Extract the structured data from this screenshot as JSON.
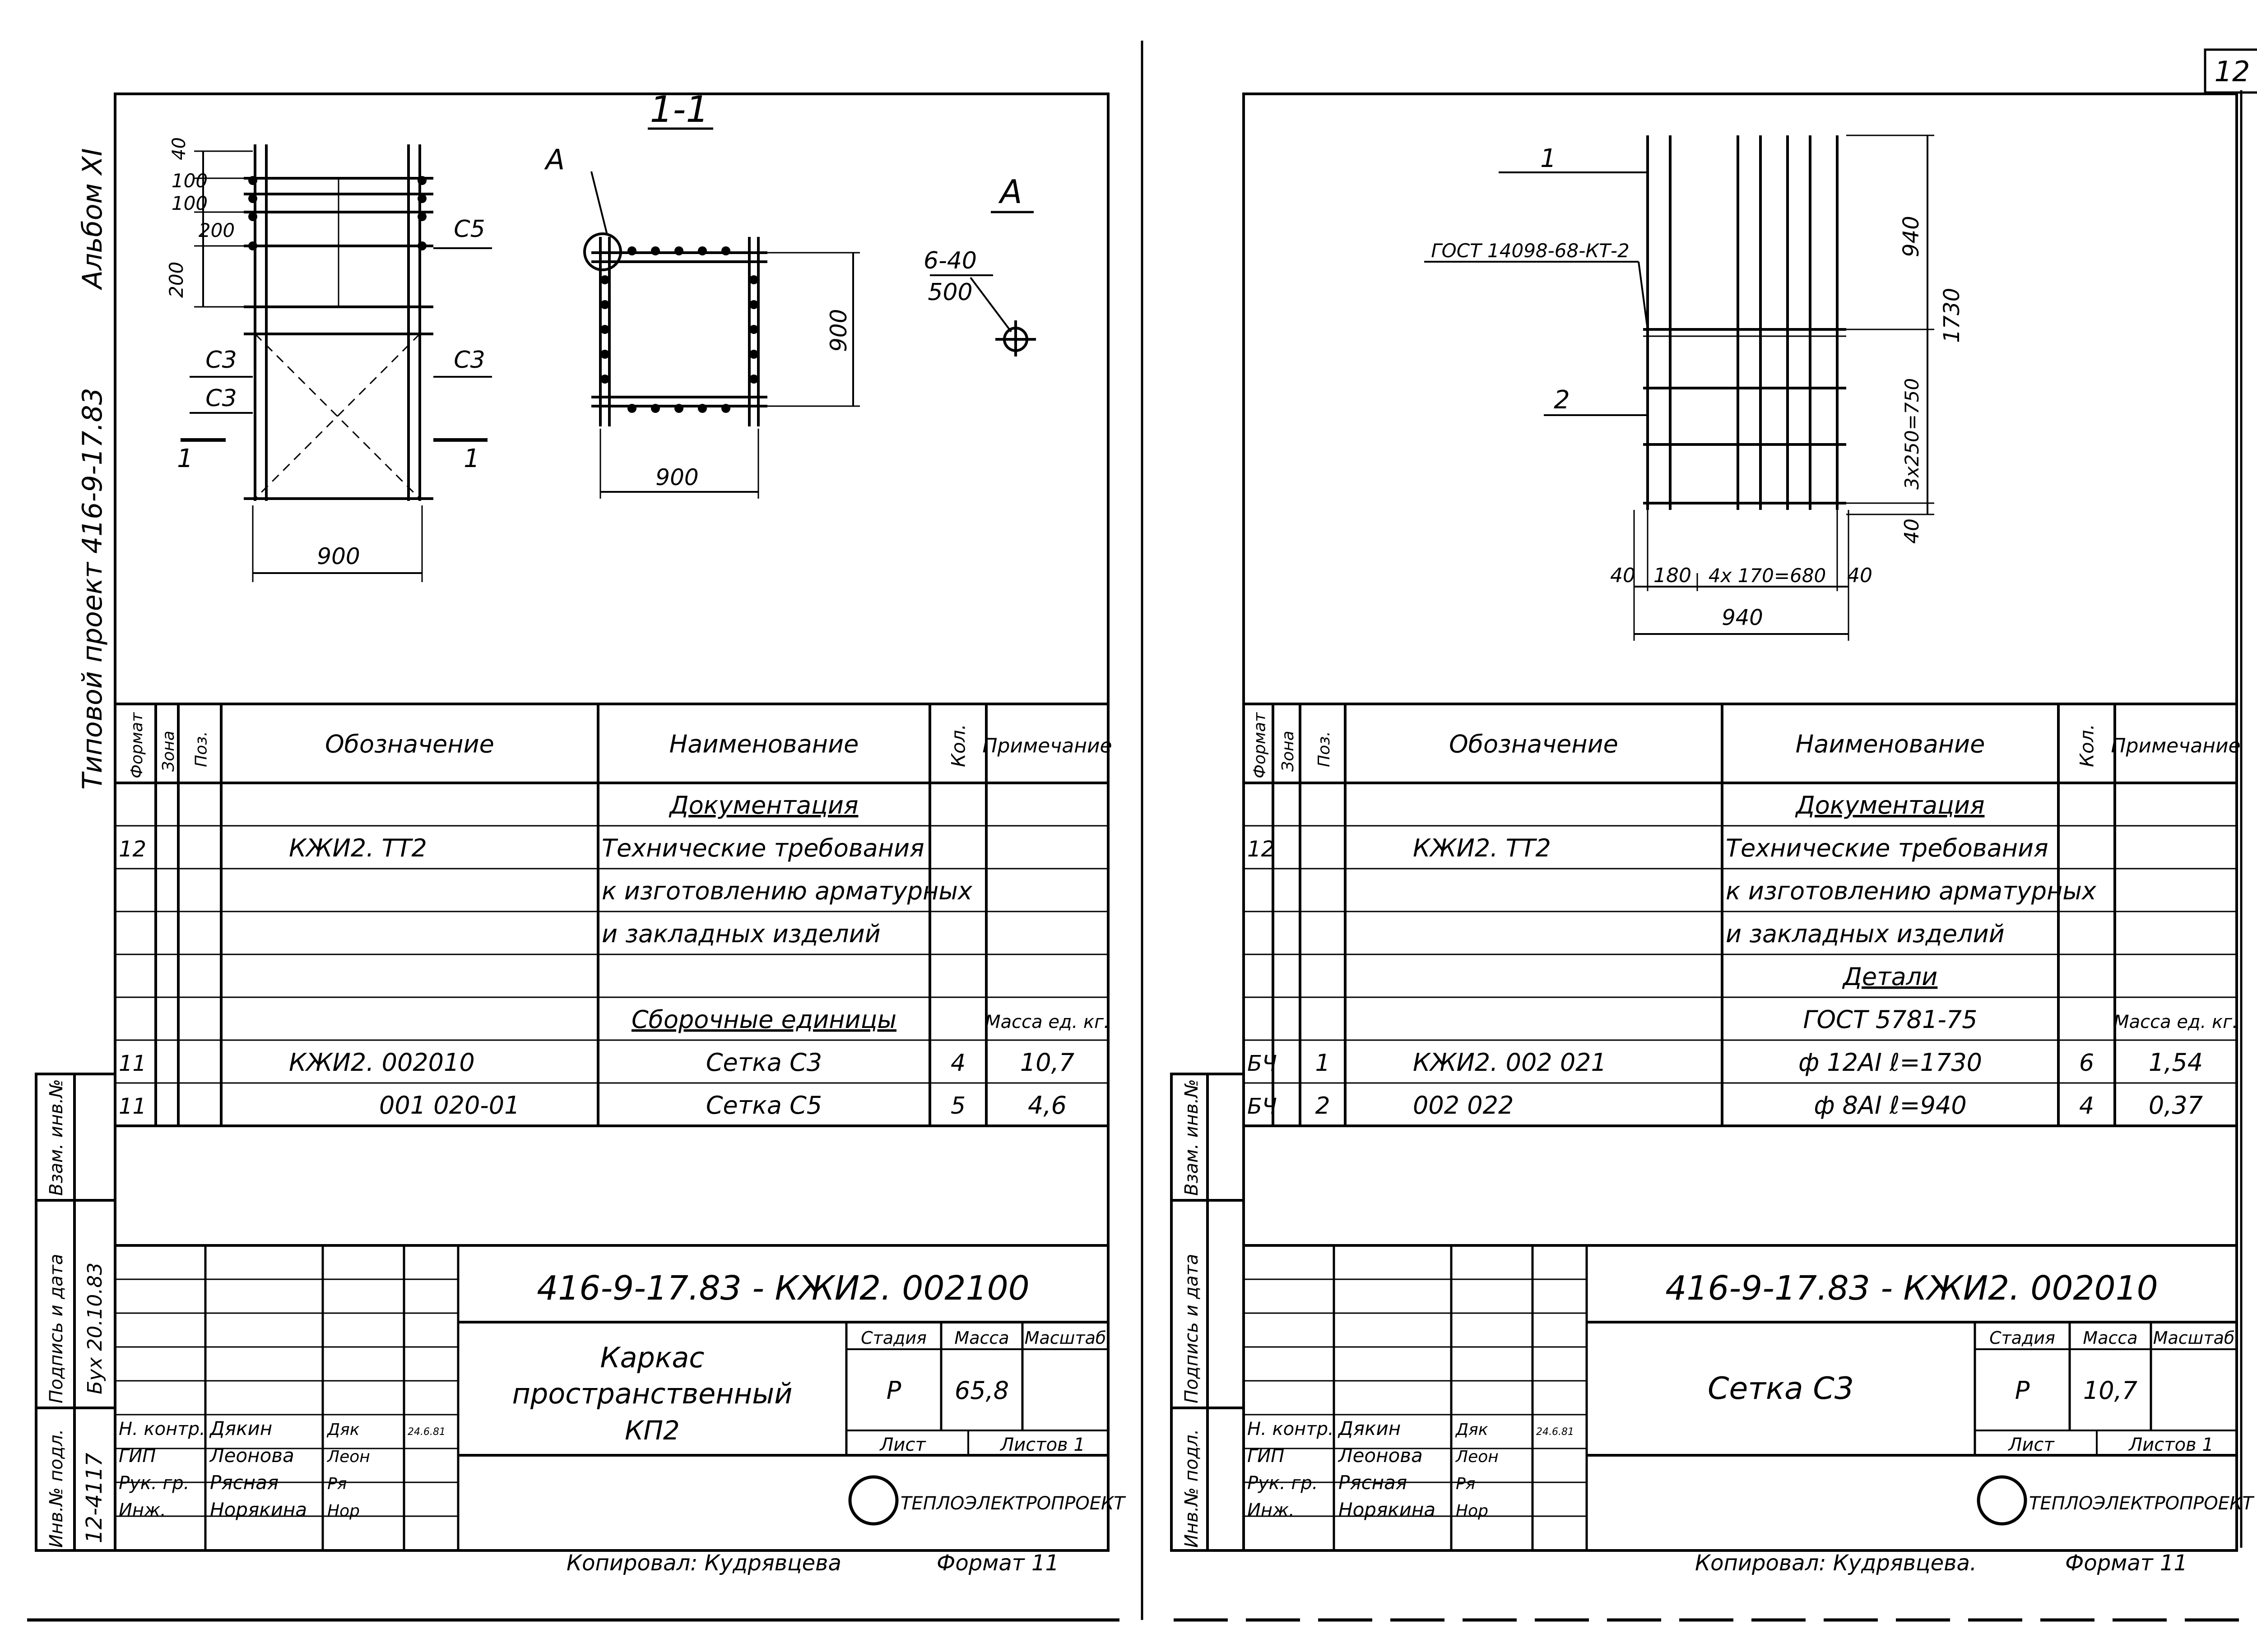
{
  "page_number": "12",
  "album": "Альбом XI",
  "project": "Типовой проект 416-9-17.83",
  "side_stamp": {
    "inv_podl": "Инв.№ подл.",
    "inv_podl_val": "12-4117",
    "podpis_data": "Подпись и дата",
    "podpis_val": "Бух 20.10.83",
    "vzam_inv": "Взам. инв.№"
  },
  "headers": {
    "format": "Формат",
    "zona": "Зона",
    "poz": "Поз.",
    "oboznachenie": "Обозначение",
    "naimenovanie": "Наименование",
    "kol": "Кол.",
    "primechanie": "Примечание"
  },
  "left_sheet": {
    "section_title": "1-1",
    "callout": "А",
    "detail_title": "А",
    "detail_label": "6-40",
    "detail_label2": "500",
    "dims": {
      "d40": "40",
      "d100a": "100",
      "d100b": "100",
      "d200a": "200",
      "d200b": "200",
      "w900_elev": "900",
      "w900_plan": "900",
      "h900_plan": "900",
      "c5": "С5",
      "c3a": "С3",
      "c3b": "С3",
      "c3c": "С3",
      "sec_l": "1",
      "sec_r": "1"
    },
    "rows": [
      {
        "format": "",
        "zona": "",
        "poz": "",
        "oboz": "",
        "naim": "Документация",
        "kol": "",
        "prim": "",
        "naim_u": true
      },
      {
        "format": "12",
        "zona": "",
        "poz": "",
        "oboz": "КЖИ2. ТТ2",
        "naim": "Технические требования",
        "kol": "",
        "prim": ""
      },
      {
        "format": "",
        "zona": "",
        "poz": "",
        "oboz": "",
        "naim": "к изготовлению арматурных",
        "kol": "",
        "prim": ""
      },
      {
        "format": "",
        "zona": "",
        "poz": "",
        "oboz": "",
        "naim": "и закладных изделий",
        "kol": "",
        "prim": ""
      },
      {
        "format": "",
        "zona": "",
        "poz": "",
        "oboz": "",
        "naim": "",
        "kol": "",
        "prim": ""
      },
      {
        "format": "",
        "zona": "",
        "poz": "",
        "oboz": "",
        "naim": "Сборочные единицы",
        "kol": "",
        "prim": "Масса ед. кг.",
        "naim_u": true
      },
      {
        "format": "11",
        "zona": "",
        "poz": "",
        "oboz": "КЖИ2. 002010",
        "naim": "Сетка С3",
        "kol": "4",
        "prim": "10,7"
      },
      {
        "format": "11",
        "zona": "",
        "poz": "",
        "oboz": "001 020-01",
        "naim": "Сетка С5",
        "kol": "5",
        "prim": "4,6"
      }
    ],
    "title_block": {
      "doc_code": "416-9-17.83 - КЖИ2. 002100",
      "name_line1": "Каркас",
      "name_line2": "пространственный",
      "name_line3": "КП2",
      "stadia_h": "Стадия",
      "massa_h": "Масса",
      "masshtab_h": "Масштаб",
      "stadia": "Р",
      "massa": "65,8",
      "masshtab": "",
      "list_h": "Лист",
      "listov_h": "Листов 1",
      "org": "ТЕПЛОЭЛЕКТРОПРОЕКТ",
      "roles": [
        {
          "role": "Н. контр.",
          "name": "Дякин",
          "sign": "Дяк",
          "date": "24.6.81"
        },
        {
          "role": "ГИП",
          "name": "Леонова",
          "sign": "Леон",
          "date": ""
        },
        {
          "role": "Рук. гр.",
          "name": "Рясная",
          "sign": "Ря",
          "date": ""
        },
        {
          "role": "Инж.",
          "name": "Норякина",
          "sign": "Нор",
          "date": ""
        }
      ]
    },
    "copied": "Копировал: Кудрявцева",
    "format_label": "Формат 11"
  },
  "right_sheet": {
    "label_1": "1",
    "label_2": "2",
    "gost": "ГОСТ 14098-68-КТ-2",
    "dims": {
      "d940v": "940",
      "d1730": "1730",
      "d3x250": "3х250=750",
      "d40v": "40",
      "d40a": "40",
      "d180": "180",
      "d4x170": "4х 170=680",
      "d40b": "40",
      "d940h": "940"
    },
    "rows": [
      {
        "format": "",
        "zona": "",
        "poz": "",
        "oboz": "",
        "naim": "Документация",
        "kol": "",
        "prim": "",
        "naim_u": true
      },
      {
        "format": "12",
        "zona": "",
        "poz": "",
        "oboz": "КЖИ2. ТТ2",
        "naim": "Технические требования",
        "kol": "",
        "prim": ""
      },
      {
        "format": "",
        "zona": "",
        "poz": "",
        "oboz": "",
        "naim": "к изготовлению арматурных",
        "kol": "",
        "prim": ""
      },
      {
        "format": "",
        "zona": "",
        "poz": "",
        "oboz": "",
        "naim": "и закладных изделий",
        "kol": "",
        "prim": ""
      },
      {
        "format": "",
        "zona": "",
        "poz": "",
        "oboz": "",
        "naim": "Детали",
        "kol": "",
        "prim": "",
        "naim_u": true
      },
      {
        "format": "",
        "zona": "",
        "poz": "",
        "oboz": "",
        "naim": "ГОСТ 5781-75",
        "kol": "",
        "prim": "Масса ед. кг."
      },
      {
        "format": "БЧ",
        "zona": "",
        "poz": "1",
        "oboz": "КЖИ2. 002 021",
        "naim": "ф 12АI  ℓ=1730",
        "kol": "6",
        "prim": "1,54"
      },
      {
        "format": "БЧ",
        "zona": "",
        "poz": "2",
        "oboz": "002 022",
        "naim": "ф 8АI  ℓ=940",
        "kol": "4",
        "prim": "0,37"
      }
    ],
    "title_block": {
      "doc_code": "416-9-17.83 -  КЖИ2. 002010",
      "name_line1": "Сетка  С3",
      "stadia_h": "Стадия",
      "massa_h": "Масса",
      "masshtab_h": "Масштаб",
      "stadia": "Р",
      "massa": "10,7",
      "masshtab": "",
      "list_h": "Лист",
      "listov_h": "Листов 1",
      "org": "ТЕПЛОЭЛЕКТРОПРОЕКТ",
      "roles": [
        {
          "role": "Н. контр.",
          "name": "Дякин",
          "sign": "Дяк",
          "date": "24.6.81"
        },
        {
          "role": "ГИП",
          "name": "Леонова",
          "sign": "Леон",
          "date": ""
        },
        {
          "role": "Рук. гр.",
          "name": "Рясная",
          "sign": "Ря",
          "date": ""
        },
        {
          "role": "Инж.",
          "name": "Норякина",
          "sign": "Нор",
          "date": ""
        }
      ]
    },
    "copied": "Копировал: Кудрявцева.",
    "format_label": "Формат 11"
  }
}
